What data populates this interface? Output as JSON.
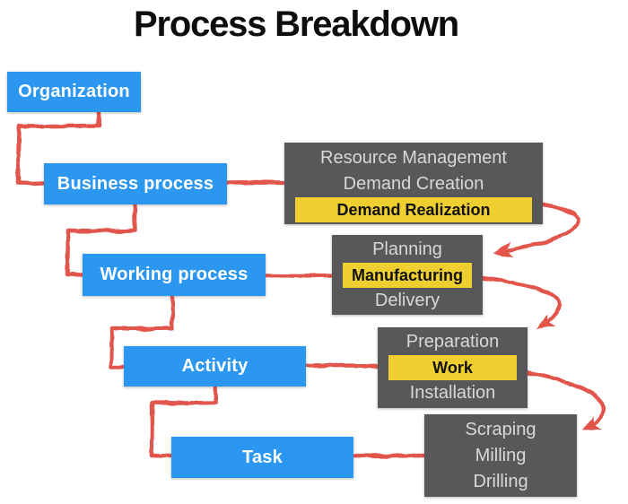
{
  "title": "Process Breakdown",
  "colors": {
    "blue_box": "#2B97F1",
    "gray_box": "#58585A",
    "gray_box_text": "#D8D8D8",
    "highlight_yellow": "#EFCF2F",
    "connector_red": "#E2544C",
    "title_text": "#0D0D0D"
  },
  "hierarchy": [
    {
      "label": "Organization"
    },
    {
      "label": "Business process",
      "detail_items": [
        "Resource Management",
        "Demand Creation",
        "Demand Realization"
      ],
      "highlighted_item": "Demand Realization"
    },
    {
      "label": "Working process",
      "detail_items": [
        "Planning",
        "Manufacturing",
        "Delivery"
      ],
      "highlighted_item": "Manufacturing"
    },
    {
      "label": "Activity",
      "detail_items": [
        "Preparation",
        "Work",
        "Installation"
      ],
      "highlighted_item": "Work"
    },
    {
      "label": "Task",
      "detail_items": [
        "Scraping",
        "Milling",
        "Drilling"
      ],
      "highlighted_item": null
    }
  ]
}
